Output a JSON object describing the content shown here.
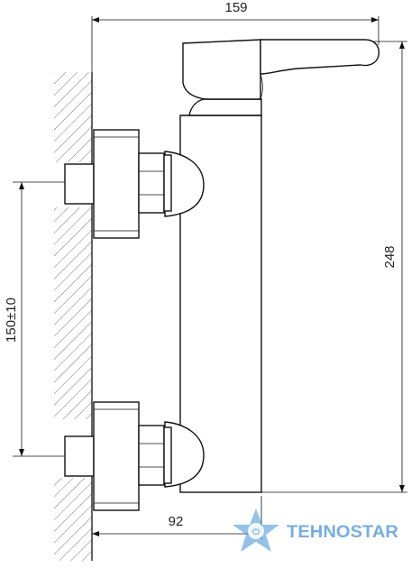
{
  "dimensions": {
    "width_top": "159",
    "height_right": "248",
    "spacing_left": "150±10",
    "depth_bottom": "92"
  },
  "watermark": {
    "brand": "TEHNOSTAR",
    "accent_color": "#3a8fd8"
  }
}
